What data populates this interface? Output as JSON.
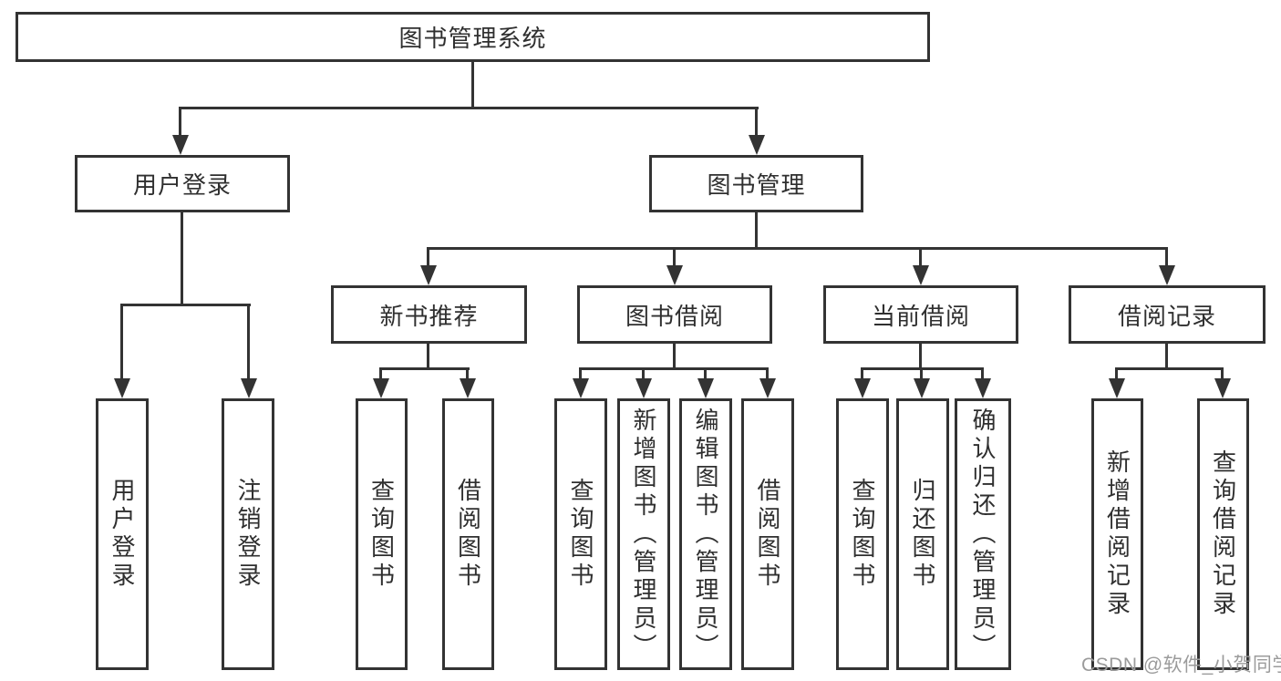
{
  "diagram": {
    "root": {
      "label": "图书管理系统"
    },
    "user_login": {
      "label": "用户登录",
      "children": {
        "login": "用户登录",
        "logout": "注销登录"
      }
    },
    "book_mgmt": {
      "label": "图书管理",
      "new_books": {
        "label": "新书推荐",
        "children": {
          "query": "查询图书",
          "borrow": "借阅图书"
        }
      },
      "book_borrow": {
        "label": "图书借阅",
        "children": {
          "query": "查询图书",
          "add": "新增图书（管理员）",
          "edit": "编辑图书（管理员）",
          "borrow": "借阅图书"
        }
      },
      "current_borrow": {
        "label": "当前借阅",
        "children": {
          "query": "查询图书",
          "return": "归还图书",
          "confirm": "确认归还（管理员）"
        }
      },
      "borrow_records": {
        "label": "借阅记录",
        "children": {
          "add": "新增借阅记录",
          "query": "查询借阅记录"
        }
      }
    }
  },
  "colors": {
    "line": "#333333",
    "text": "#2f2f2f",
    "watermark": "#9b9b9b"
  },
  "watermark": {
    "text": "CSDN @软件_小贺同学"
  }
}
